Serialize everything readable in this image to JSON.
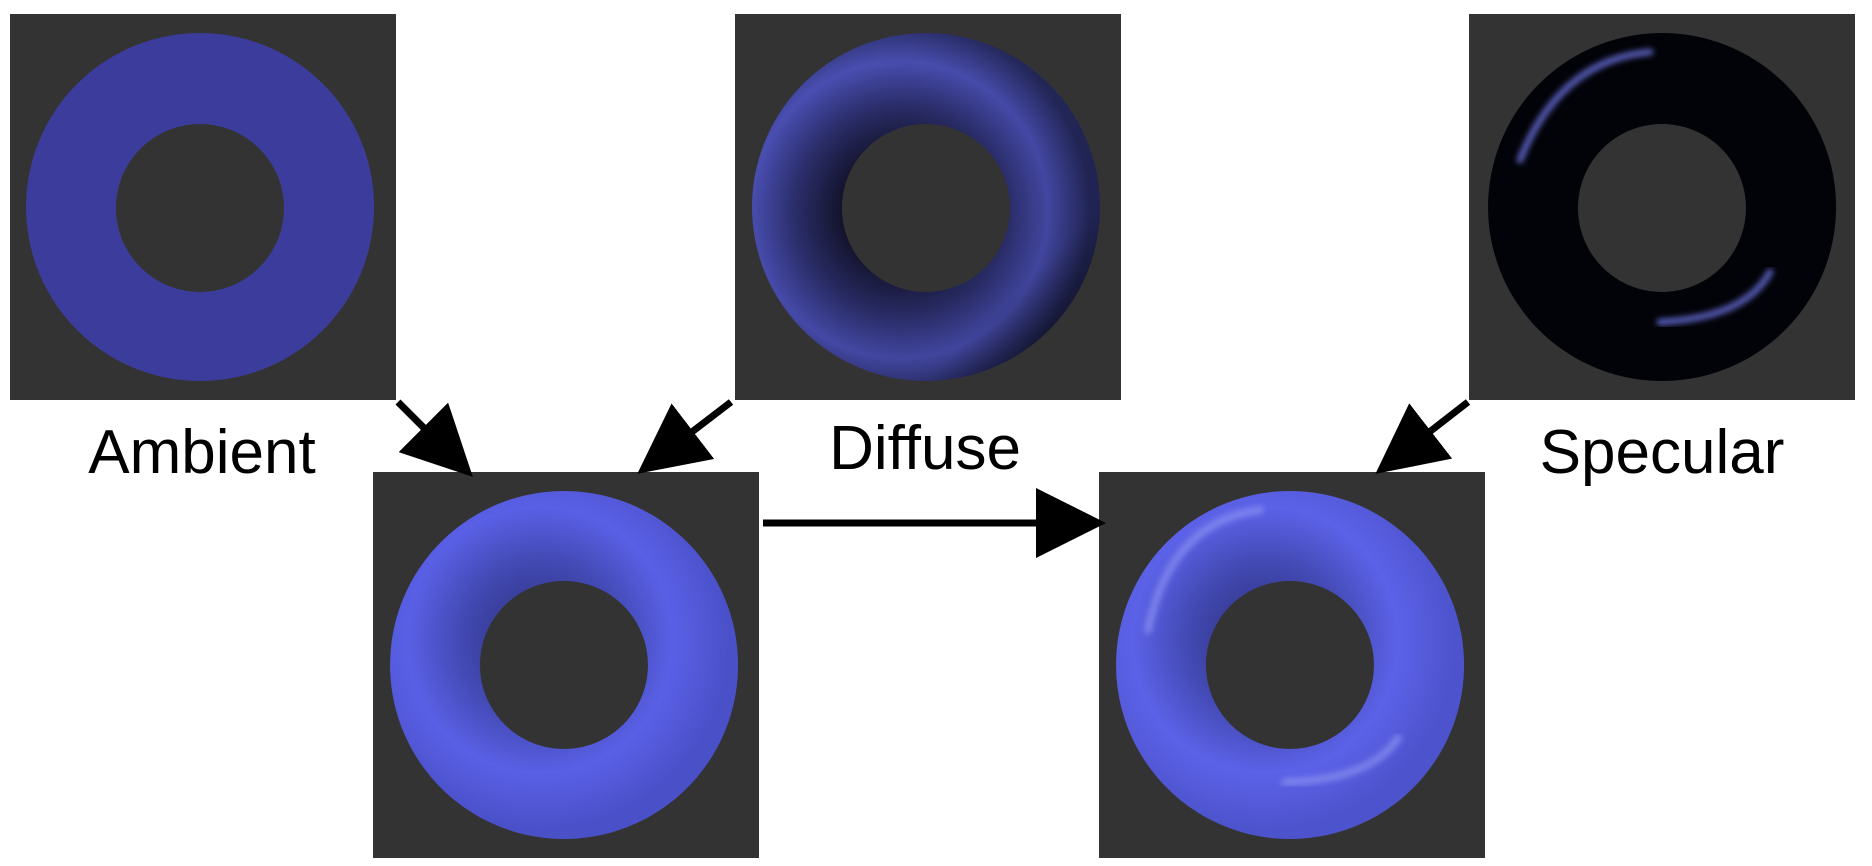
{
  "labels": {
    "ambient": "Ambient",
    "diffuse": "Diffuse",
    "specular": "Specular"
  },
  "colors": {
    "panel_background": "#333333",
    "ambient_torus": "#3c3c9c",
    "diffuse_highlight": "#5156c8",
    "specular_highlight": "#6e75e6",
    "combined_torus": "#5a60e6",
    "arrow": "#000000"
  }
}
